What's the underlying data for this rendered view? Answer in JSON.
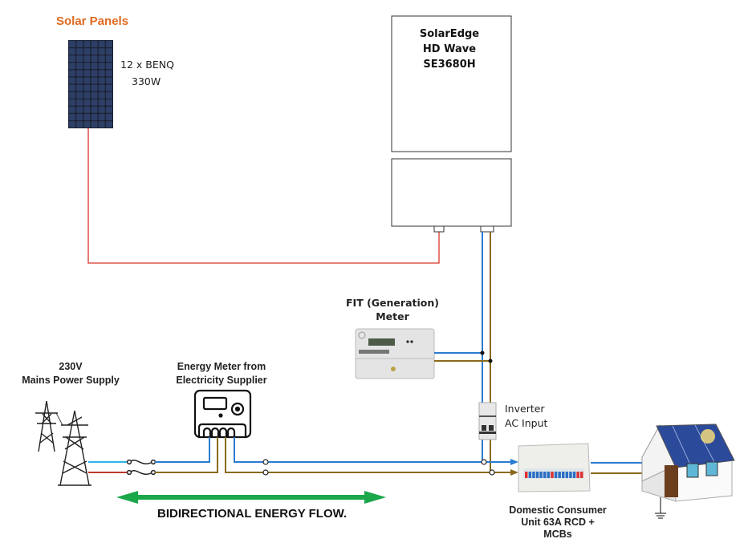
{
  "solar_panels": {
    "title": "Solar Panels",
    "spec_line1": "12 x BENQ",
    "spec_line2": "330W"
  },
  "inverter": {
    "line1": "SolarEdge",
    "line2": "HD Wave",
    "line3": "SE3680H"
  },
  "fit_meter": {
    "line1": "FIT (Generation)",
    "line2": "Meter"
  },
  "mains": {
    "line1": "230V",
    "line2": "Mains Power Supply"
  },
  "supplier_meter": {
    "line1": "Energy Meter from",
    "line2": "Electricity Supplier"
  },
  "inverter_ac": {
    "line1": "Inverter",
    "line2": "AC Input"
  },
  "consumer_unit": {
    "line1": "Domestic Consumer",
    "line2": "Unit 63A RCD +",
    "line3": "MCBs"
  },
  "flow": {
    "label": "BIDIRECTIONAL ENERGY FLOW."
  },
  "colors": {
    "dc": "#d9352b",
    "live": "#2b7bd1",
    "neutral": "#8a6a1c",
    "flow": "#1aa84a",
    "title": "#e06a1f"
  }
}
